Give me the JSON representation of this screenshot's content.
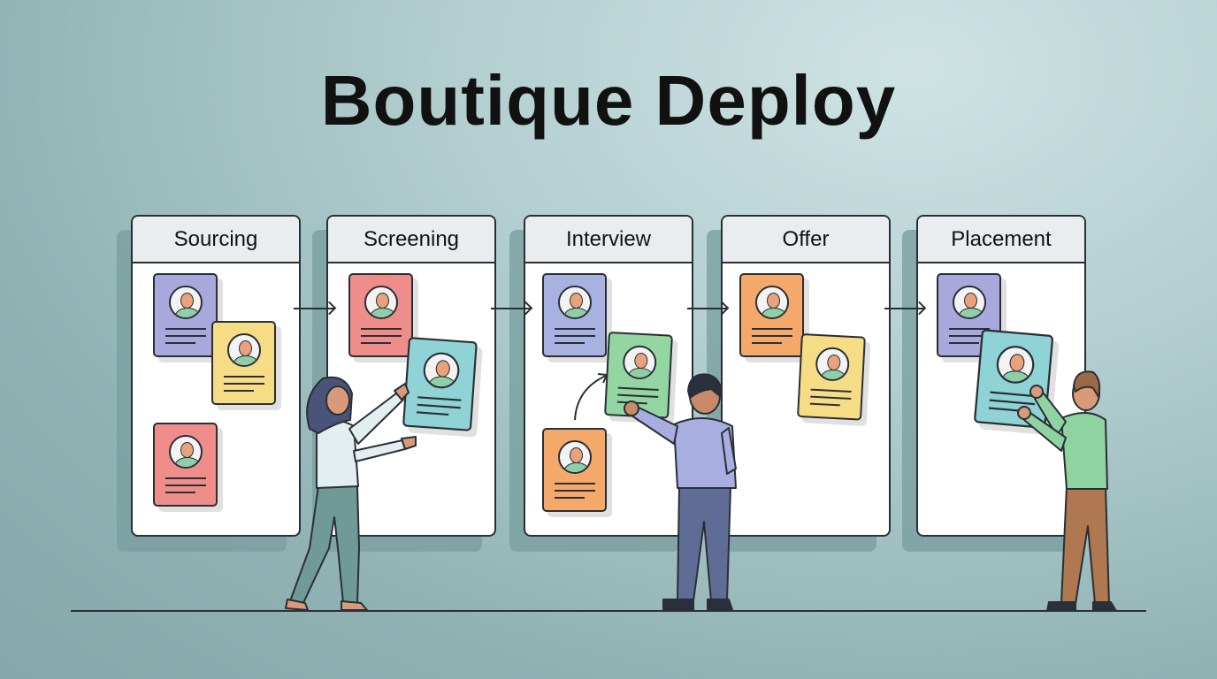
{
  "title": "Boutique Deploy",
  "columns": [
    {
      "label": "Sourcing"
    },
    {
      "label": "Screening"
    },
    {
      "label": "Interview"
    },
    {
      "label": "Offer"
    },
    {
      "label": "Placement"
    }
  ],
  "card_colors": {
    "purple": "#a9a8dc",
    "yellow": "#f7dc86",
    "red": "#ee8d89",
    "teal": "#8fd3d6",
    "green": "#93d6a2",
    "orange": "#f4a86a",
    "blue": "#a8b2e0"
  }
}
